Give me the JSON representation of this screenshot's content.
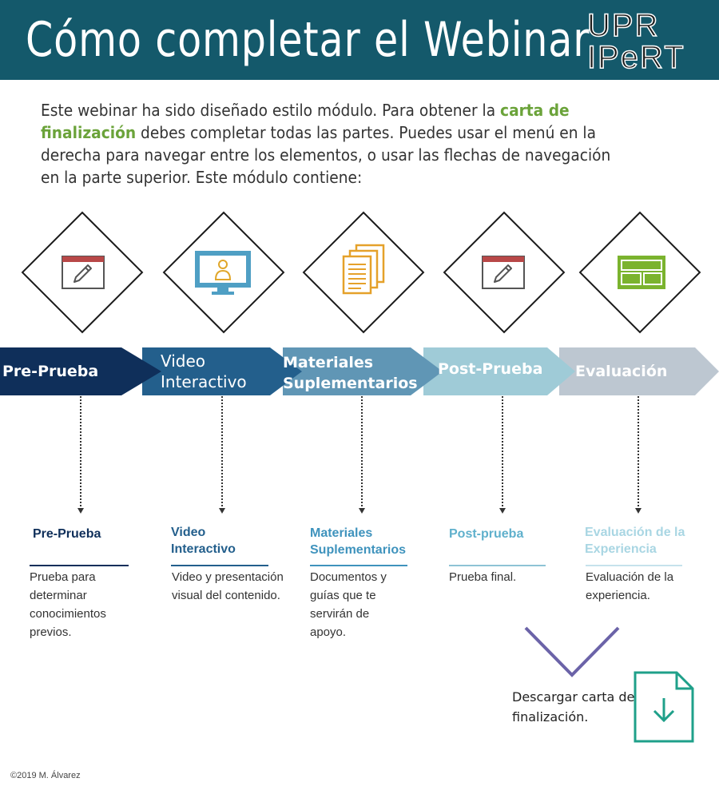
{
  "header": {
    "title": "Cómo completar el Webinar",
    "background": "#14596b"
  },
  "logo": {
    "line1": "UPR",
    "line2": "IPeRT"
  },
  "intro": {
    "text_before": "Este webinar ha sido diseñado estilo módulo. Para obtener la ",
    "highlight": "carta de finalización",
    "text_after": " debes completar todas las partes. Puedes usar el menú en la derecha para navegar entre los elementos, o usar las flechas de navegación en la parte superior. Este módulo contiene:",
    "highlight_color": "#6ba33a"
  },
  "steps": [
    {
      "icon": "edit-window-icon",
      "arrow_label": "Pre-Prueba",
      "arrow_color": "#0f2f5a",
      "title": "Pre-Prueba",
      "title_color": "#0f2f5a",
      "description": "Prueba para determinar conocimientos previos."
    },
    {
      "icon": "presentation-monitor-icon",
      "arrow_label": "Video Interactivo",
      "arrow_color": "#235f8c",
      "title": "Video Interactivo",
      "title_color": "#235f8c",
      "description": "Video y presentación visual del contenido."
    },
    {
      "icon": "documents-stack-icon",
      "arrow_label": "Materiales Suplementarios",
      "arrow_color": "#6096b5",
      "title": "Materiales Suplementarios",
      "title_color": "#3f93bd",
      "description": "Documentos y guías que te servirán de apoyo."
    },
    {
      "icon": "edit-window-icon",
      "arrow_label": "Post-Prueba",
      "arrow_color": "#9fcbd7",
      "title": "Post-prueba",
      "title_color": "#5fb0cc",
      "description": "Prueba final."
    },
    {
      "icon": "layout-window-icon",
      "arrow_label": "Evaluación",
      "arrow_color": "#bdc7d1",
      "title": "Evaluación de la Experiencia",
      "title_color": "#a9d6e3",
      "description": "Evaluación de la experiencia."
    }
  ],
  "download": {
    "text": "Descargar carta de finalización.",
    "chevron_color": "#6b63a8",
    "icon_color": "#1fa08a"
  },
  "footer": "©2019 M. Álvarez"
}
